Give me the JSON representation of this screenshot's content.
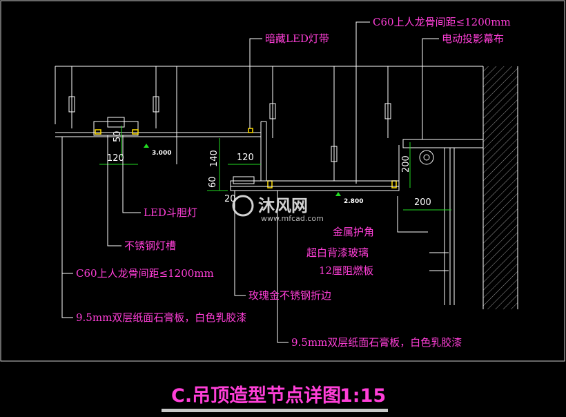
{
  "labels": {
    "c60_top": "C60上人龙骨间距≤1200mm",
    "projector_screen": "电动投影幕布",
    "hidden_led": "暗藏LED灯带",
    "led_downlight": "LED斗胆灯",
    "steel_trough": "不锈钢灯槽",
    "c60_left": "C60上人龙骨间距≤1200mm",
    "gypsum_left": "9.5mm双层纸面石膏板，白色乳胶漆",
    "rose_gold": "玫瑰金不锈钢折边",
    "gypsum_bottom": "9.5mm双层纸面石膏板，白色乳胶漆",
    "metal_corner": "金属护角",
    "glass": "超白背漆玻璃",
    "fire_board": "12厘阻燃板"
  },
  "dims": {
    "d50": "50",
    "d120a": "120",
    "d140": "140",
    "d120b": "120",
    "d60": "60",
    "d20": "20",
    "d200v": "200",
    "d200h": "200"
  },
  "levels": {
    "l1": "3.000",
    "l2": "2.800"
  },
  "title": {
    "text": "C.吊顶造型节点详图",
    "scale": "1:15"
  },
  "watermark": {
    "brand": "沐风网",
    "url": "www.mfcad.com"
  },
  "colors": {
    "label": "#ff3fd8",
    "dimension": "#22dd22",
    "structure": "#ffffff",
    "level_marker": "#22dd22"
  }
}
